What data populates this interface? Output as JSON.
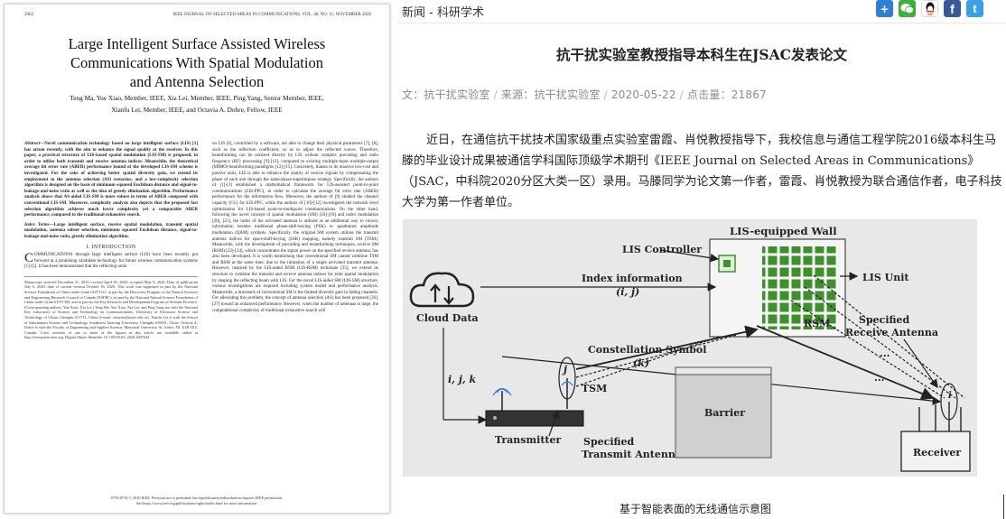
{
  "paper": {
    "header_left": "2962",
    "header_center": "IEEE JOURNAL ON SELECTED AREAS IN COMMUNICATIONS, VOL. 38, NO. 11, NOVEMBER 2020",
    "title_lines": [
      "Large Intelligent Surface Assisted Wireless",
      "Communications With Spatial Modulation",
      "and Antenna Selection"
    ],
    "authors_line1": "Teng Ma, Yue Xiao, Member, IEEE, Xia Lei, Member, IEEE, Ping Yang, Senior Member, IEEE,",
    "authors_line2": "Xianfu Lei, Member, IEEE, and Octavia A. Dobre, Fellow, IEEE",
    "abstract_label": "Abstract—",
    "abstract": "Novel communication technology based on large intelligent surface (LIS) [1] has arisen recently, with the aim to enhance the signal quality at the receiver. In this paper, a practical structure of LIS-based spatial modulation (LIS-SM) is proposed, in order to utilize both transmit and receive antenna indices. Meanwhile, the theoretical average bit error rate (ABER) performance bound of the developed LIS-SM scheme is investigated. For the sake of achieving better spatial diversity gain, we extend its employment to the antenna selection (AS) scenarios, and a low-complexity selection algorithm is designed on the basis of minimum squared Euclidean distance and signal-to-leakage-and-noise ratio as well as the idea of greedy elimination algorithm. Performance analysis shows that AS-aided LIS-SM is more robust in terms of ABER compared with conventional LIS-SM. Moreover, complexity analysis also depicts that the proposed fast selection algorithm achieves much lower complexity yet a comparable ABER performance, compared to the traditional exhaustive search.",
    "index_terms_label": "Index Terms—",
    "index_terms": "Large intelligent surface, receive spatial modulation, transmit spatial modulation, antenna subset selection, minimum squared Euclidean distance, signal-to-leakage-and-noise ratio, greedy elimination algorithm.",
    "section_heading": "I. INTRODUCTION",
    "intro_dropcap": "C",
    "intro_text": "OMMUNICATIONS through large intelligent surface (LIS) have been recently put forward as a promising candidate technology for future wireless communication systems [1]-[5]. It has been demonstrated that the reflecting units",
    "footnote": "Manuscript received December 21, 2019; revised April 30, 2020; accepted May 9, 2020. Date of publication July 6, 2020; date of current version October 16, 2020. This work was supported in part by the National Science Foundation of China under Grant 61871131, in part by the Discovery Program of the Natural Sciences and Engineering Research Council of Canada (NSERC), in part by the National Natural Science Foundation of China under Grant 61971350, and in part by the Key Research and Development Program of Sichuan Province. (Corresponding authors: Yue Xiao; Xia Lei.) Teng Ma, Yue Xiao, Xia Lei, and Ping Yang are with the National Key Laboratory of Science and Technology on Communications, University of Electronic Science and Technology of China, Chengdu 611731, China (e-mail: xiaoyue@uestc.edu.cn). Xianfu Lei is with the School of Information Science and Technology, Southwest Jiaotong University, Chengdu 610031, China. Octavia A. Dobre is with the Faculty of Engineering and Applied Science, Memorial University, St. John's, NL A1B 3X5, Canada. Color versions of one or more of the figures in this article are available online at http://ieeexplore.ieee.org. Digital Object Identifier 10.1109/JSAC.2020.3007044",
    "right_col": "on LIS [6], controlled by a software, are able to change their physical parameters [7], [8], such as the reflection coefficient, so as to adjust the reflected waves. Therefore, beamforming can be realized directly by LIS without complex precoding and radio frequency (RF) processing [9]-[12], compared to existing multiple-input multiple-output (MIMO) beamforming paradigms [13]-[15]. Concretely, thanks to its massive low-cost and passive units, LIS is able to enhance the quality of receive signals by compensating the phase of each unit through the same-phase-superimpose strategy. Specifically, the authors of [1]-[3] established a mathematical framework for LIS-assisted point-to-point communications (LIS-PPC), in order to calculate the average bit error rate (ABER) performance for the information flow. Moreover, the authors of [9] studied the channel capacity (CC) for LIS-PPC, while the authors of [10]-[12] investigated the network level optimization for LIS-based point-to-multipoint communications. On the other hand, following the novel concept of spatial modulation (SM) [16]-[19] and index modulation [20], [21], the index of the activated antenna is utilized as an additional way to convey information besides traditional phase-shift-keying (PSK) or quadrature amplitude modulation (QAM) symbols. Specifically, the original SM system utilizes the transmit antenna indices for space-shift-keying (SSK) mapping, namely transmit SM (TSM). Meanwhile, with the development of precoding and beamforming techniques, receive SM (RSM) [22]-[24], which concentrates the signal power on the specified receive antenna, has also been developed. It is worth mentioning that conventional SM cannot combine TSM and RSM at the same time, due to the limitation of a single activated transmit antenna. However, inspired by the LIS-aided RSM (LIS-RSM) technique [25], we extend its structure to combine the transmit and receive antenna indices for joint spatial modulation by shaping the reflecting beam with LIS. For the novel LIS-aided SM (LIS-SM) structure, various investigations are required including system model and performance analysis. Meanwhile, a drawback of conventional SM is the limited diversity gain in fading channels. For alleviating this problem, the concept of antenna selection (AS) has been proposed [26], [27] toward an enhanced performance. However, when the number of antennas is large, the computational complexity of traditional exhaustive search will",
    "bottom_line1": "0733-8716 © 2020 IEEE. Personal use is permitted, but republication/redistribution requires IEEE permission.",
    "bottom_line2": "See https://www.ieee.org/publications/rights/index.html for more information."
  },
  "article": {
    "breadcrumb": "新闻 - 科研学术",
    "share_icons": [
      "plus-share-icon",
      "wechat-icon",
      "qq-icon",
      "facebook-icon",
      "twitter-icon"
    ],
    "title": "抗干扰实验室教授指导本科生在JSAC发表论文",
    "meta": {
      "author": "文：抗干扰实验室",
      "source": "来源：抗干扰实验室",
      "date": "2020-05-22",
      "views": "点击量：21867"
    },
    "body": "近日，在通信抗干扰技术国家级重点实验室雷霞、肖悦教授指导下，我校信息与通信工程学院2016级本科生马滕的毕业设计成果被通信学科国际顶级学术期刊《IEEE Journal on Selected Areas in Communications》（JSAC，中科院2020分区大类一区）录用。马滕同学为论文第一作者，雷霞、肖悦教授为联合通信作者，电子科技大学为第一作者单位。",
    "figure_labels": {
      "lis_wall": "LIS-equipped Wall",
      "lis_controller": "LIS Controller",
      "lis_unit": "LIS Unit",
      "index_info": "Index information",
      "index_vars": "(i, j)",
      "cloud_data": "Cloud Data",
      "rsm": "RSM",
      "specified_rx_1": "Specified",
      "specified_rx_2": "Receive Antenna",
      "constellation": "Constellation Symbol",
      "k_var": "(k)",
      "ijk": "i, j, k",
      "j_label": "j",
      "tsm": "TSM",
      "barrier": "Barrier",
      "transmitter": "Transmitter",
      "specified_tx_1": "Specified",
      "specified_tx_2": "Transmit Antenna",
      "receiver": "Receiver",
      "i_label": "i",
      "dots": "..."
    },
    "caption": "基于智能表面的无线通信示意图"
  },
  "colors": {
    "lis_green": "#3f8f2e",
    "share_blue": "#2f7fd6",
    "wechat_green": "#3fae3a",
    "facebook_blue": "#3b5998",
    "twitter_blue": "#3aa0e6",
    "orcid_green": "#a6ce39"
  }
}
